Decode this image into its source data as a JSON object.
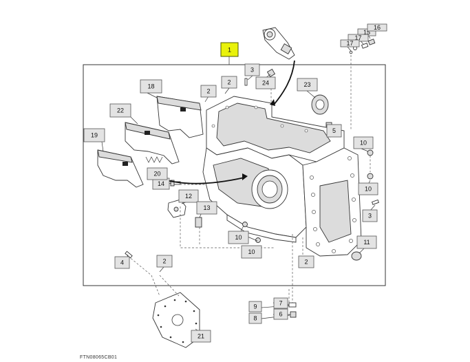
{
  "figure_reference": "FTN08065CB01",
  "callouts": [
    {
      "id": "c1",
      "label": "1",
      "highlight": true
    },
    {
      "id": "c2a",
      "label": "2"
    },
    {
      "id": "c2b",
      "label": "2"
    },
    {
      "id": "c2c",
      "label": "2"
    },
    {
      "id": "c2d",
      "label": "2"
    },
    {
      "id": "c3a",
      "label": "3"
    },
    {
      "id": "c3b",
      "label": "3"
    },
    {
      "id": "c4",
      "label": "4"
    },
    {
      "id": "c5",
      "label": "5"
    },
    {
      "id": "c6",
      "label": "6"
    },
    {
      "id": "c7",
      "label": "7"
    },
    {
      "id": "c8",
      "label": "8"
    },
    {
      "id": "c9",
      "label": "9"
    },
    {
      "id": "c10a",
      "label": "10"
    },
    {
      "id": "c10b",
      "label": "10"
    },
    {
      "id": "c10c",
      "label": "10"
    },
    {
      "id": "c10d",
      "label": "10"
    },
    {
      "id": "c11",
      "label": "11"
    },
    {
      "id": "c12",
      "label": "12"
    },
    {
      "id": "c13",
      "label": "13"
    },
    {
      "id": "c14",
      "label": "14"
    },
    {
      "id": "c15",
      "label": "15"
    },
    {
      "id": "c16",
      "label": "16"
    },
    {
      "id": "c17a",
      "label": "17"
    },
    {
      "id": "c17b",
      "label": "17"
    },
    {
      "id": "c18",
      "label": "18"
    },
    {
      "id": "c19",
      "label": "19"
    },
    {
      "id": "c20",
      "label": "20"
    },
    {
      "id": "c21",
      "label": "21"
    },
    {
      "id": "c22",
      "label": "22"
    },
    {
      "id": "c23",
      "label": "23"
    },
    {
      "id": "c24",
      "label": "24"
    }
  ],
  "colors": {
    "highlight_callout": "#e9f20a",
    "callout_fill": "#e3e3e3",
    "line": "#333333"
  }
}
